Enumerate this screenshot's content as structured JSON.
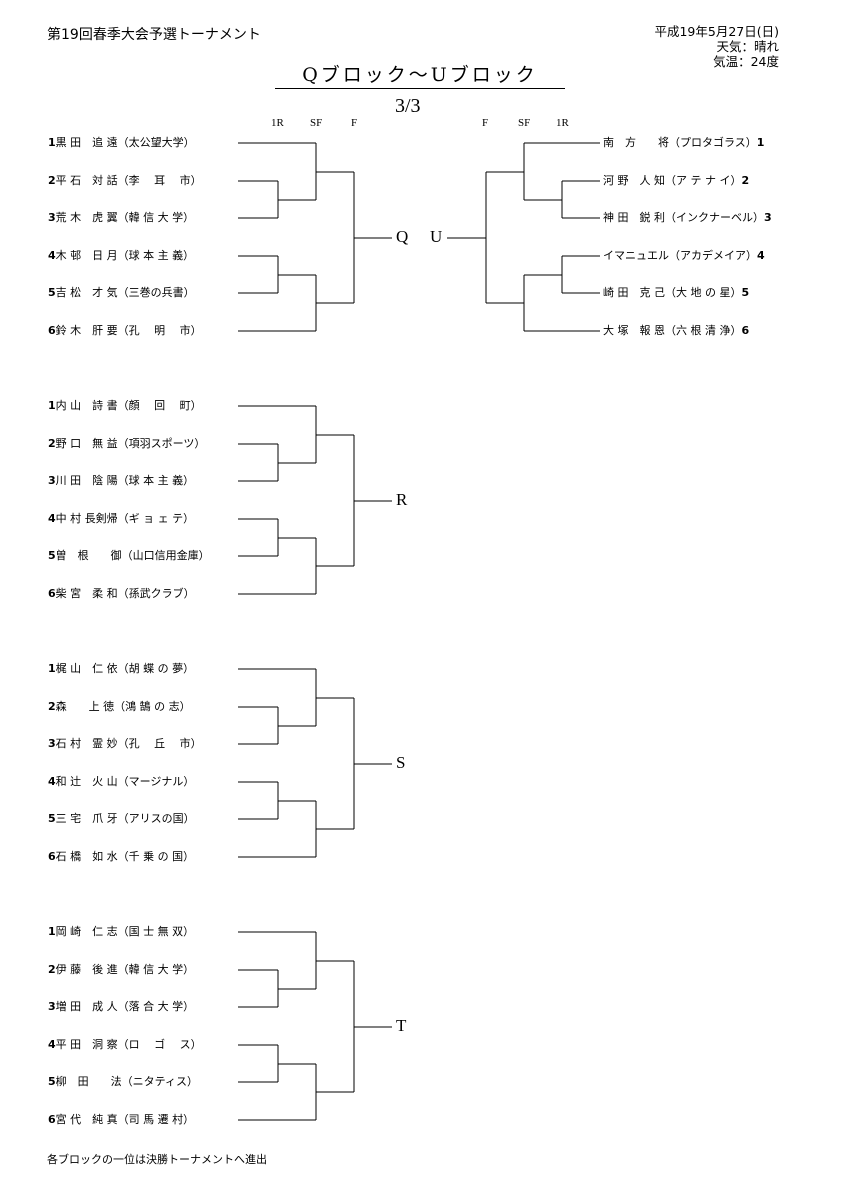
{
  "header": {
    "tournament_title": "第19回春季大会予選トーナメント",
    "date": "平成19年5月27日(日)",
    "weather": "天気：晴れ",
    "temperature": "気温：24度"
  },
  "page_title": "Qブロック～Uブロック",
  "page_number": "3/3",
  "round_labels": {
    "left": [
      "1R",
      "SF",
      "F"
    ],
    "right": [
      "F",
      "SF",
      "1R"
    ]
  },
  "blocks": [
    {
      "label": "Q",
      "side": "left",
      "players": [
        {
          "seed": "1",
          "name": "黒 田　追 遠",
          "team": "（太公望大学）"
        },
        {
          "seed": "2",
          "name": "平 石　対 話",
          "team": "（李　 耳　 市）"
        },
        {
          "seed": "3",
          "name": "荒 木　虎 翼",
          "team": "（韓 信 大 学）"
        },
        {
          "seed": "4",
          "name": "木 邨　日 月",
          "team": "（球 本 主 義）"
        },
        {
          "seed": "5",
          "name": "吉 松　才 気",
          "team": "（三巻の兵書）"
        },
        {
          "seed": "6",
          "name": "鈴 木　肝 要",
          "team": "（孔　 明　 市）"
        }
      ]
    },
    {
      "label": "U",
      "side": "right",
      "players": [
        {
          "seed": "1",
          "name": "南　方　　将",
          "team": "（プロタゴラス）"
        },
        {
          "seed": "2",
          "name": "河 野　人 知",
          "team": "（ア テ ナ イ）"
        },
        {
          "seed": "3",
          "name": "神 田　鋭 利",
          "team": "（インクナーベル）"
        },
        {
          "seed": "4",
          "name": "イマニュエル",
          "team": "（アカデメイア）"
        },
        {
          "seed": "5",
          "name": "崎 田　克 己",
          "team": "（大 地 の 星）"
        },
        {
          "seed": "6",
          "name": "大 塚　報 恩",
          "team": "（六 根 清 浄）"
        }
      ]
    },
    {
      "label": "R",
      "side": "left",
      "players": [
        {
          "seed": "1",
          "name": "内 山　詩 書",
          "team": "（顔　 回　 町）"
        },
        {
          "seed": "2",
          "name": "野 口　無 益",
          "team": "（項羽スポーツ）"
        },
        {
          "seed": "3",
          "name": "川 田　陰 陽",
          "team": "（球 本 主 義）"
        },
        {
          "seed": "4",
          "name": "中 村 長剣帰",
          "team": "（ギ ョ ェ テ）"
        },
        {
          "seed": "5",
          "name": "曽　根　　御",
          "team": "（山口信用金庫）"
        },
        {
          "seed": "6",
          "name": "柴 宮　柔 和",
          "team": "（孫武クラブ）"
        }
      ]
    },
    {
      "label": "S",
      "side": "left",
      "players": [
        {
          "seed": "1",
          "name": "梶 山　仁 依",
          "team": "（胡 蝶 の 夢）"
        },
        {
          "seed": "2",
          "name": "森　　上 徳",
          "team": "（鴻 鵠 の 志）"
        },
        {
          "seed": "3",
          "name": "石 村　霊 妙",
          "team": "（孔　 丘　 市）"
        },
        {
          "seed": "4",
          "name": "和 辻　火 山",
          "team": "（マージナル）"
        },
        {
          "seed": "5",
          "name": "三 宅　爪 牙",
          "team": "（アリスの国）"
        },
        {
          "seed": "6",
          "name": "石 橋　如 水",
          "team": "（千 乗 の 国）"
        }
      ]
    },
    {
      "label": "T",
      "side": "left",
      "players": [
        {
          "seed": "1",
          "name": "岡 崎　仁 志",
          "team": "（国 士 無 双）"
        },
        {
          "seed": "2",
          "name": "伊 藤　後 進",
          "team": "（韓 信 大 学）"
        },
        {
          "seed": "3",
          "name": "増 田　成 人",
          "team": "（落 合 大 学）"
        },
        {
          "seed": "4",
          "name": "平 田　洞 察",
          "team": "（ロ　 ゴ　 ス）"
        },
        {
          "seed": "5",
          "name": "柳　田　　法",
          "team": "（ニタティス）"
        },
        {
          "seed": "6",
          "name": "宮 代　純 真",
          "team": "（司 馬 遷 村）"
        }
      ]
    }
  ],
  "footer_note": "各ブロックの一位は決勝トーナメントへ進出"
}
